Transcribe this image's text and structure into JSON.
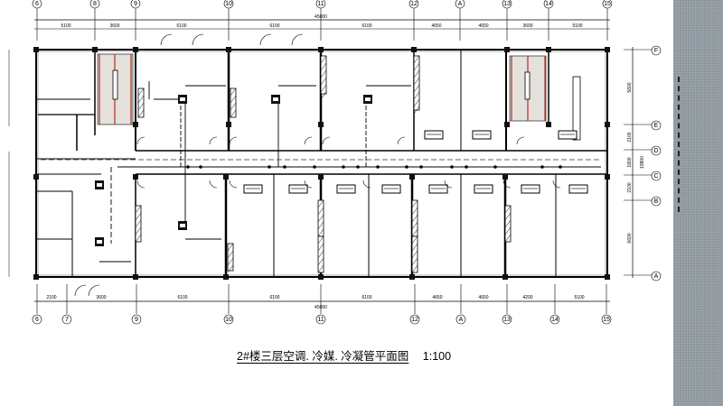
{
  "drawing": {
    "title": "2#楼三层空调. 冷媒. 冷凝管平面图",
    "scale": "1:100"
  },
  "axes": {
    "top": [
      "6",
      "8",
      "9",
      "10",
      "11",
      "12",
      "A",
      "13",
      "14",
      "15"
    ],
    "bottom": [
      "6",
      "7",
      "9",
      "10",
      "11",
      "12",
      "A",
      "13",
      "14",
      "15"
    ],
    "right": [
      "F",
      "E",
      "D",
      "C",
      "B",
      "A"
    ]
  },
  "dimensions": {
    "top": [
      "5100",
      "3600",
      "6100",
      "6100",
      "6100",
      "4650",
      "4650",
      "3600",
      "5100"
    ],
    "top_total": "45000",
    "bottom": [
      "2100",
      "3600",
      "6100",
      "6100",
      "6100",
      "4650",
      "4650",
      "4200",
      "5100"
    ],
    "bottom_total": "45000",
    "right": [
      "5600",
      "2100",
      "1800",
      "2100",
      "6600"
    ],
    "right_total": "19800"
  },
  "colors": {
    "line": "#000000",
    "stair_accent": "#b03020",
    "panel": "#8e979e"
  }
}
